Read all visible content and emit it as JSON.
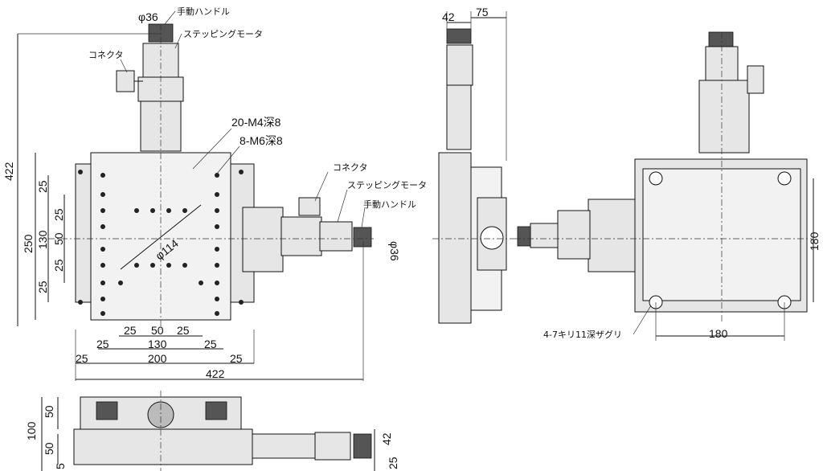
{
  "labels": {
    "handle": "手動ハンドル",
    "motor": "ステッピングモータ",
    "connector": "コネクタ",
    "m4": "20-M4深8",
    "m6": "8-M6深8",
    "counterbore": "4-7キリ11深ザグリ",
    "phi36": "φ36",
    "phi114": "φ114"
  },
  "dims_top": {
    "h422": "422",
    "h250": "250",
    "h130": "130",
    "v25a": "25",
    "v25b": "25",
    "v50": "50",
    "v25c": "25",
    "v25d": "25",
    "b25a": "25",
    "b50": "50",
    "b25b": "25",
    "b25c": "25",
    "b130": "130",
    "b25d": "25",
    "b25e": "25",
    "b200": "200",
    "b25f": "25",
    "b422": "422"
  },
  "dims_side": {
    "d42": "42",
    "d75": "75"
  },
  "dims_right": {
    "r180v": "180",
    "r180h": "180"
  },
  "dims_front": {
    "f50a": "50",
    "f100": "100",
    "f50b": "50",
    "f5": "5",
    "f42": "42",
    "f25": "25"
  }
}
